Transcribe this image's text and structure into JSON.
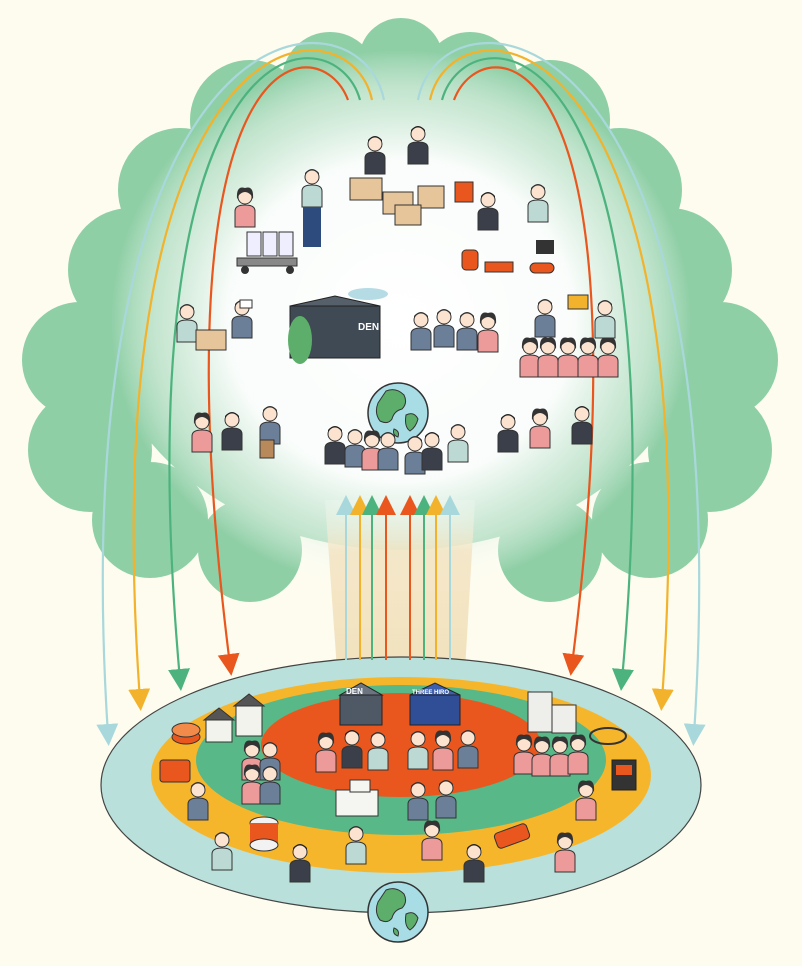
{
  "signs": {
    "left_building": "DEN",
    "right_building": "THREE HIRO",
    "factory": "DEN"
  },
  "colors": {
    "background": "#fdfcef",
    "tree_foliage": "#8fcfa6",
    "tree_glow": "#ffffff",
    "trunk": "#f1e2bf",
    "ring_outer": "#b9e0da",
    "ring_orange": "#f6b62c",
    "ring_green": "#58b887",
    "core": "#e9571e",
    "arrow_orange": "#e9571e",
    "arrow_green": "#4db37e",
    "arrow_yellow": "#f2b22c",
    "arrow_blue": "#a9d8dc"
  },
  "icons": [
    "globe-icon",
    "factory-icon",
    "office-building-icon",
    "house-icon",
    "cable-coil-icon",
    "spool-icon",
    "control-panel-icon",
    "person-icon",
    "cardboard-box-icon",
    "pail-cart-icon"
  ]
}
